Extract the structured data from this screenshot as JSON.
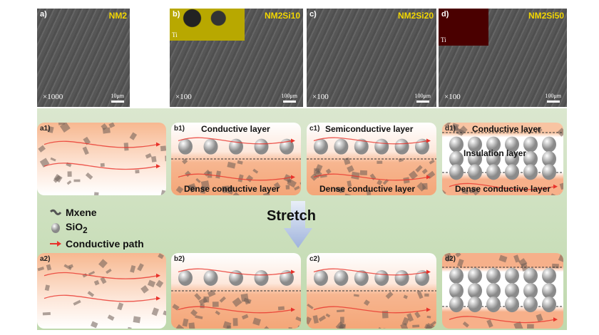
{
  "sem_panels": [
    {
      "label": "a)",
      "name": "NM2",
      "magnification": "×1000",
      "scale_bar": "10μm"
    },
    {
      "label": "b)",
      "name": "NM2Si10",
      "magnification": "×100",
      "scale_bar": "100μm",
      "inset_element": "Ti",
      "inset_color": "#b8a800"
    },
    {
      "label": "c)",
      "name": "NM2Si20",
      "magnification": "×100",
      "scale_bar": "100μm"
    },
    {
      "label": "d)",
      "name": "NM2Si50",
      "magnification": "×100",
      "scale_bar": "100μm",
      "inset_element": "Ti",
      "inset_color": "#5a0000"
    }
  ],
  "schematics": {
    "row1": [
      {
        "label": "a1)"
      },
      {
        "label": "b1)",
        "top_text": "Conductive layer",
        "bottom_text": "Dense conductive layer"
      },
      {
        "label": "c1)",
        "top_text": "Semiconductive layer",
        "bottom_text": "Dense conductive layer"
      },
      {
        "label": "d1)",
        "top_text": "Conductive layer",
        "middle_text": "Insulation layer",
        "bottom_text": "Dense conductive layer"
      }
    ],
    "row2": [
      {
        "label": "a2)"
      },
      {
        "label": "b2)"
      },
      {
        "label": "c2)"
      },
      {
        "label": "d2)"
      }
    ]
  },
  "legend": {
    "mxene": "Mxene",
    "sio2": "SiO",
    "sio2_sub": "2",
    "path": "Conductive path"
  },
  "stretch_label": "Stretch",
  "colors": {
    "path": "#e8322b",
    "name_label": "#f2d600",
    "box_orange": "#f6b68a"
  }
}
